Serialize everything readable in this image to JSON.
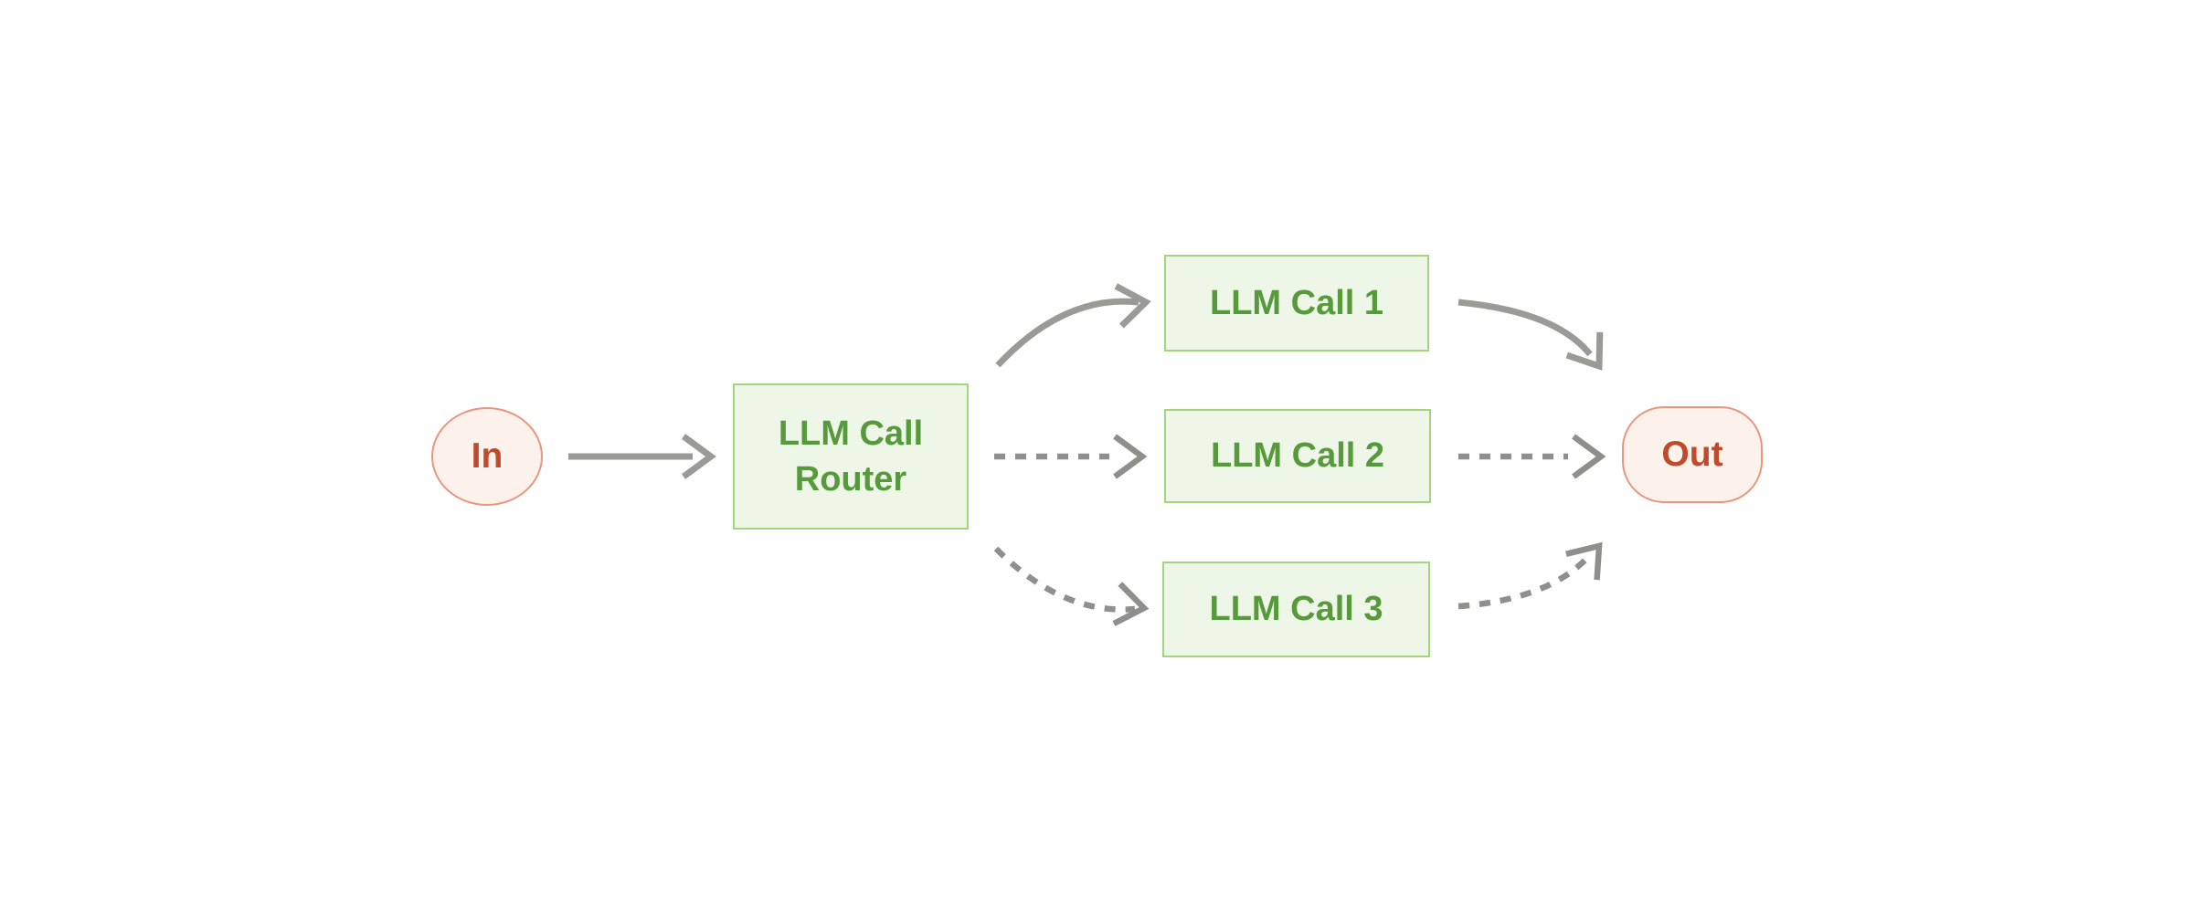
{
  "diagram": {
    "nodes": {
      "in": {
        "label": "In",
        "kind": "terminal"
      },
      "router": {
        "label": "LLM Call Router",
        "kind": "process"
      },
      "call1": {
        "label": "LLM Call 1",
        "kind": "process"
      },
      "call2": {
        "label": "LLM Call 2",
        "kind": "process"
      },
      "call3": {
        "label": "LLM Call 3",
        "kind": "process"
      },
      "out": {
        "label": "Out",
        "kind": "terminal"
      }
    },
    "edges": [
      {
        "from": "in",
        "to": "router",
        "style": "solid"
      },
      {
        "from": "router",
        "to": "call1",
        "style": "solid"
      },
      {
        "from": "router",
        "to": "call2",
        "style": "dashed"
      },
      {
        "from": "router",
        "to": "call3",
        "style": "dashed"
      },
      {
        "from": "call1",
        "to": "out",
        "style": "solid"
      },
      {
        "from": "call2",
        "to": "out",
        "style": "dashed"
      },
      {
        "from": "call3",
        "to": "out",
        "style": "dashed"
      }
    ],
    "colors": {
      "canvas_bg": "#ffffff",
      "terminal_fill": "#fdf1ec",
      "terminal_border": "#e9967f",
      "terminal_text": "#bf4b2c",
      "process_fill": "#eef6e7",
      "process_border": "#a5d37e",
      "process_text": "#569a3b",
      "arrow_solid": "#9a9a96",
      "arrow_dashed": "#8f8f8c"
    }
  }
}
